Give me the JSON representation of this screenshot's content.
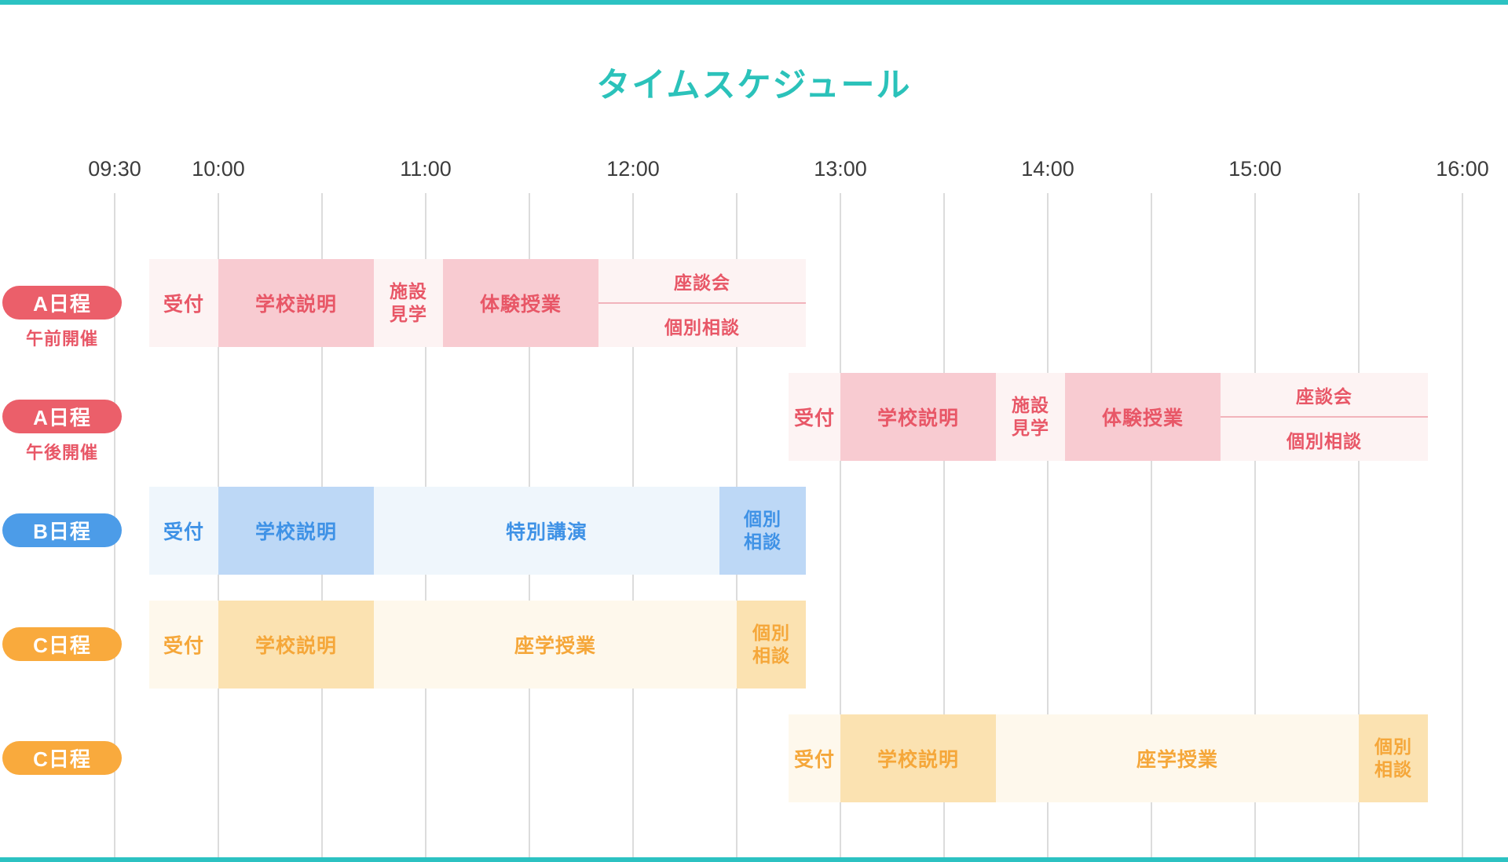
{
  "title": "タイムスケジュール",
  "colors": {
    "accent_teal": "#2CC2C2",
    "gridline": "#DCDCDC",
    "time_label": "#3C3C3C",
    "red_pill": "#EB5F6A",
    "red_text": "#E85767",
    "red_dark": "#F8CBD1",
    "red_light": "#FDF3F3",
    "blue_pill": "#4C9CE8",
    "blue_text": "#3F92E6",
    "blue_dark": "#BDD8F6",
    "blue_light": "#EFF6FC",
    "orange_pill": "#F9AA3D",
    "orange_text": "#F5A73A",
    "orange_dark": "#FBE2B1",
    "orange_light": "#FEF8EC"
  },
  "chart_data": {
    "type": "table",
    "variant": "gantt-timeline-schedule",
    "title": "タイムスケジュール",
    "x_axis": {
      "start": "09:30",
      "end": "16:00",
      "tick_labels": [
        "09:30",
        "10:00",
        "11:00",
        "12:00",
        "13:00",
        "14:00",
        "15:00",
        "16:00"
      ],
      "gridline_every_minutes": 30,
      "grid": true
    },
    "rows": [
      {
        "pill": "A日程",
        "sublabel": "午前開催",
        "theme": "red",
        "segments": [
          {
            "label": "受付",
            "start": "09:40",
            "end": "10:00",
            "shade": "light"
          },
          {
            "label": "学校説明",
            "start": "10:00",
            "end": "10:45",
            "shade": "dark"
          },
          {
            "label": "施設\n見学",
            "start": "10:45",
            "end": "11:05",
            "shade": "light",
            "stacked": true
          },
          {
            "label": "体験授業",
            "start": "11:05",
            "end": "11:50",
            "shade": "dark"
          },
          {
            "label": "座談会",
            "label2": "個別相談",
            "start": "11:50",
            "end": "12:50",
            "shade": "light",
            "split": true
          }
        ]
      },
      {
        "pill": "A日程",
        "sublabel": "午後開催",
        "theme": "red",
        "segments": [
          {
            "label": "受付",
            "start": "12:45",
            "end": "13:00",
            "shade": "light"
          },
          {
            "label": "学校説明",
            "start": "13:00",
            "end": "13:45",
            "shade": "dark"
          },
          {
            "label": "施設\n見学",
            "start": "13:45",
            "end": "14:05",
            "shade": "light",
            "stacked": true
          },
          {
            "label": "体験授業",
            "start": "14:05",
            "end": "14:50",
            "shade": "dark"
          },
          {
            "label": "座談会",
            "label2": "個別相談",
            "start": "14:50",
            "end": "15:50",
            "shade": "light",
            "split": true
          }
        ]
      },
      {
        "pill": "B日程",
        "sublabel": "",
        "theme": "blue",
        "segments": [
          {
            "label": "受付",
            "start": "09:40",
            "end": "10:00",
            "shade": "light"
          },
          {
            "label": "学校説明",
            "start": "10:00",
            "end": "10:45",
            "shade": "dark"
          },
          {
            "label": "特別講演",
            "start": "10:45",
            "end": "12:25",
            "shade": "light"
          },
          {
            "label": "個別\n相談",
            "start": "12:25",
            "end": "12:50",
            "shade": "dark",
            "stacked": true
          }
        ]
      },
      {
        "pill": "C日程",
        "sublabel": "",
        "theme": "orange",
        "segments": [
          {
            "label": "受付",
            "start": "09:40",
            "end": "10:00",
            "shade": "light"
          },
          {
            "label": "学校説明",
            "start": "10:00",
            "end": "10:45",
            "shade": "dark"
          },
          {
            "label": "座学授業",
            "start": "10:45",
            "end": "12:30",
            "shade": "light"
          },
          {
            "label": "個別\n相談",
            "start": "12:30",
            "end": "12:50",
            "shade": "dark",
            "stacked": true
          }
        ]
      },
      {
        "pill": "C日程",
        "sublabel": "",
        "theme": "orange",
        "segments": [
          {
            "label": "受付",
            "start": "12:45",
            "end": "13:00",
            "shade": "light"
          },
          {
            "label": "学校説明",
            "start": "13:00",
            "end": "13:45",
            "shade": "dark"
          },
          {
            "label": "座学授業",
            "start": "13:45",
            "end": "15:30",
            "shade": "light"
          },
          {
            "label": "個別\n相談",
            "start": "15:30",
            "end": "15:50",
            "shade": "dark",
            "stacked": true
          }
        ]
      }
    ]
  }
}
